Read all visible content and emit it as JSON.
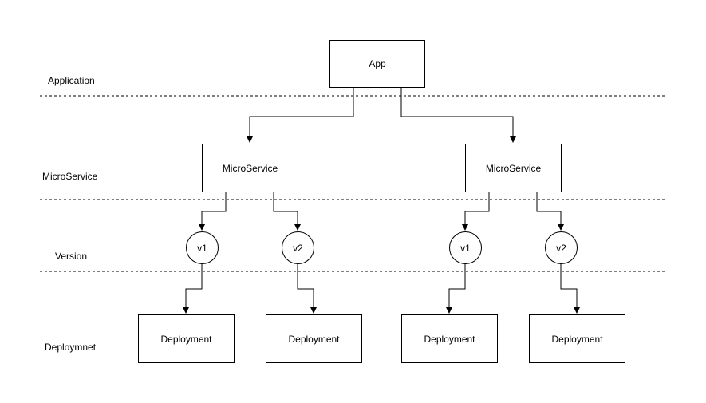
{
  "layers": {
    "application": "Application",
    "microservice": "MicroService",
    "version": "Version",
    "deployment": "Deploymnet"
  },
  "nodes": {
    "app": "App",
    "microservice_left": "MicroService",
    "microservice_right": "MicroService",
    "version_left_v1": "v1",
    "version_left_v2": "v2",
    "version_right_v1": "v1",
    "version_right_v2": "v2",
    "deployment_1": "Deployment",
    "deployment_2": "Deployment",
    "deployment_3": "Deployment",
    "deployment_4": "Deployment"
  }
}
